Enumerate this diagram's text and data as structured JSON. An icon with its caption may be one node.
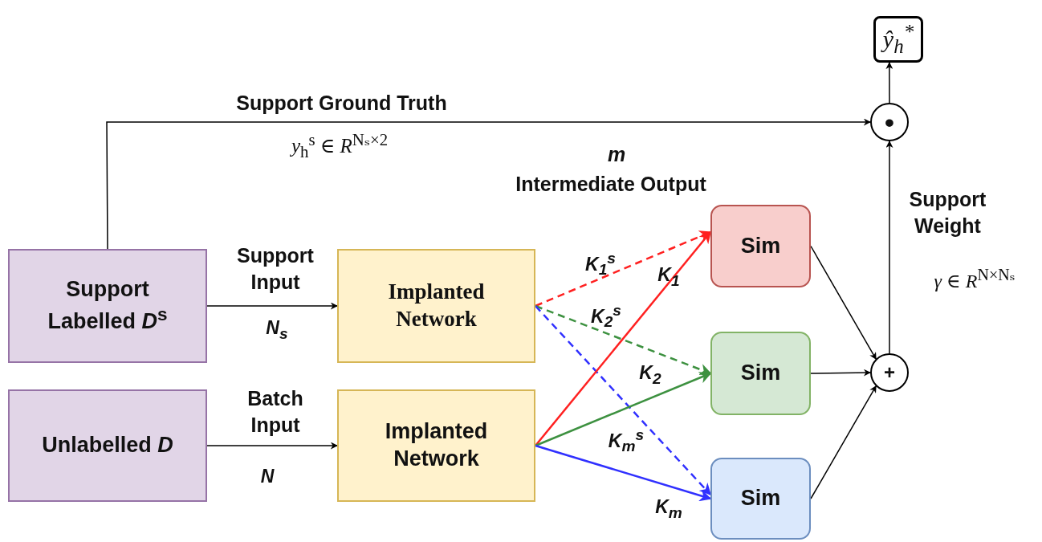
{
  "diagram": {
    "nodes": [
      {
        "text": [
          "Support Labelled *D*$^{s}$"
        ]
      },
      {
        "text": [
          "Unlabelled *D*"
        ]
      },
      {
        "text": [
          "Implanted Network"
        ]
      },
      {
        "text": [
          "Implanted Network"
        ]
      },
      {
        "text": [
          "Sim"
        ]
      },
      {
        "text": [
          "Sim"
        ]
      },
      {
        "text": [
          "Sim"
        ]
      },
      {
        "text": [
          "+"
        ]
      },
      {
        "text": [
          "•"
        ]
      },
      {
        "text": [
          "ŷ$_{h}$$^{*}$"
        ]
      }
    ],
    "edges": [
      {
        "from": 0,
        "to": 8,
        "arrow": "to",
        "label": "Support Ground Truth"
      },
      {
        "from": 0,
        "to": 2,
        "arrow": "to",
        "label": "Support Input"
      },
      {
        "from": 1,
        "to": 3,
        "arrow": "to",
        "label": "Batch Input"
      },
      {
        "from": 2,
        "to": 4,
        "arrow": "to",
        "label": "K$_{1}$$^{s}$",
        "style": "dashed",
        "color": "#ff2020"
      },
      {
        "from": 2,
        "to": 5,
        "arrow": "to",
        "label": "K$_{2}$$^{s}$",
        "style": "dashed",
        "color": "#3d9140"
      },
      {
        "from": 2,
        "to": 6,
        "arrow": "to",
        "label": "K$_{m}$$^{s}$",
        "style": "dashed",
        "color": "#3030ff"
      },
      {
        "from": 3,
        "to": 4,
        "arrow": "to",
        "label": "K$_{1}$",
        "color": "#ff2020"
      },
      {
        "from": 3,
        "to": 5,
        "arrow": "to",
        "label": "K$_{2}$",
        "color": "#3d9140"
      },
      {
        "from": 3,
        "to": 6,
        "arrow": "to",
        "label": "K$_{m}$",
        "color": "#3030ff"
      },
      {
        "from": 4,
        "to": 7,
        "arrow": "to"
      },
      {
        "from": 5,
        "to": 7,
        "arrow": "to"
      },
      {
        "from": 6,
        "to": 7,
        "arrow": "to"
      },
      {
        "from": 7,
        "to": 8,
        "arrow": "to",
        "label": "Support Weight"
      },
      {
        "from": 8,
        "to": 9,
        "arrow": "to"
      }
    ],
    "labels": [
      "*y*$_{h}$$^{s}$ ∈ *R*$^{Nₛ×2}$",
      "*m*",
      "Intermediate Output",
      "*N*$_{s}$",
      "*N*",
      "*γ* ∈ *R*$^{N×Nₛ}$"
    ]
  }
}
